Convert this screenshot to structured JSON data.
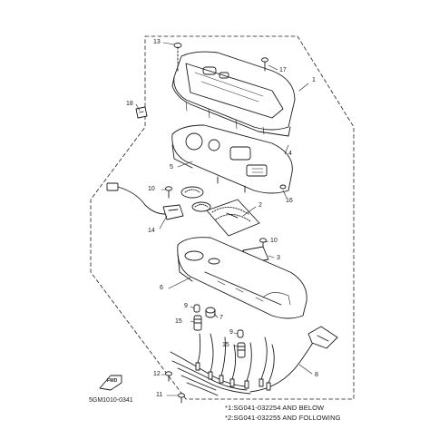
{
  "callouts": {
    "c1": "1",
    "c2": "2",
    "c3": "3",
    "c4": "4",
    "c5": "5",
    "c6": "6",
    "c7": "7",
    "c8": "8",
    "c9a": "9",
    "c9b": "9",
    "c10a": "10",
    "c10b": "10",
    "c11": "11",
    "c12": "12",
    "c13": "13",
    "c14": "14",
    "c15a": "15",
    "c15b": "15",
    "c16": "16",
    "c17": "17",
    "c18": "18"
  },
  "fwd_label": "FWD",
  "diagram_code": "5GM1010-0341",
  "notes": [
    "*1:SG041-032254 AND BELOW",
    "*2:SG041-032255 AND FOLLOWING"
  ]
}
